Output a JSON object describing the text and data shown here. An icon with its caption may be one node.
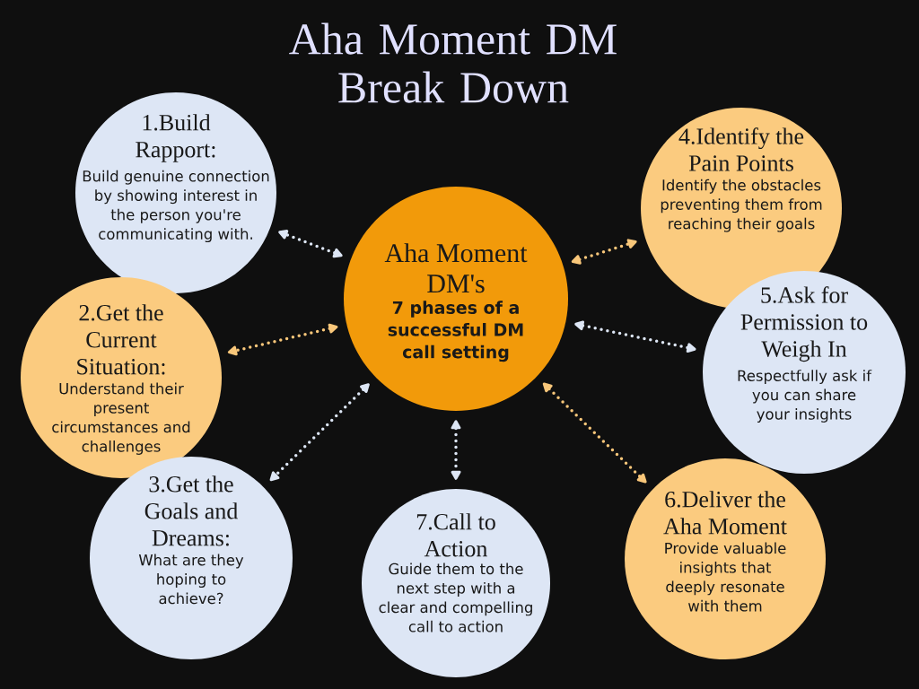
{
  "diagram": {
    "title": "Aha Moment DM Break Down",
    "nodes": [
      {
        "text": [
          "Aha Moment DM's",
          "7 phases of a successful DM call setting"
        ]
      },
      {
        "text": [
          "1.Build Rapport:",
          "Build genuine connection by showing interest in the person you're communicating with."
        ]
      },
      {
        "text": [
          "2.Get the Current Situation:",
          "Understand their present circumstances and challenges"
        ]
      },
      {
        "text": [
          "3.Get the Goals and Dreams:",
          "What are they hoping to achieve?"
        ]
      },
      {
        "text": [
          "4.Identify the Pain Points",
          "Identify the obstacles preventing them from reaching their goals"
        ]
      },
      {
        "text": [
          "5.Ask for Permission to Weigh In",
          "Respectfully ask if you can share your insights"
        ]
      },
      {
        "text": [
          "6.Deliver the Aha Moment",
          "Provide valuable insights that deeply resonate with them"
        ]
      },
      {
        "text": [
          "7.Call to Action",
          "Guide them to the next step with a clear and compelling call to action"
        ]
      }
    ],
    "edges": [
      {
        "from": 0,
        "to": 1,
        "arrow": "both"
      },
      {
        "from": 0,
        "to": 2,
        "arrow": "both",
        "color": "#f9c77a"
      },
      {
        "from": 0,
        "to": 3,
        "arrow": "both"
      },
      {
        "from": 0,
        "to": 4,
        "arrow": "both",
        "color": "#f9c77a"
      },
      {
        "from": 0,
        "to": 5,
        "arrow": "both"
      },
      {
        "from": 0,
        "to": 6,
        "arrow": "both",
        "color": "#f9c77a"
      },
      {
        "from": 0,
        "to": 7,
        "arrow": "both"
      }
    ]
  }
}
